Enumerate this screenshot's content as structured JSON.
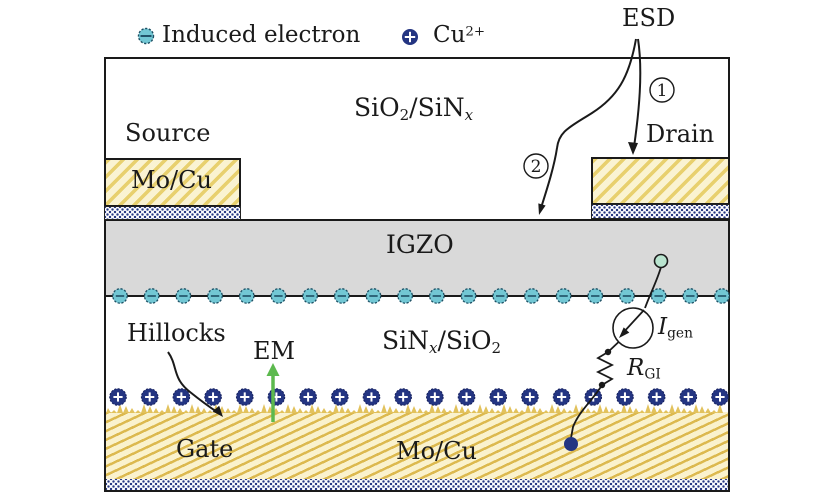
{
  "legend": {
    "electron_label": "Induced electron",
    "cu_base": "Cu",
    "cu_sup": "2+"
  },
  "esd": {
    "label": "ESD",
    "path1_number": "1",
    "path2_number": "2"
  },
  "labels": {
    "passivation": {
      "p1": "SiO",
      "s1": "2",
      "p2": "/SiN",
      "s2": "x"
    },
    "gate_insulator": {
      "p1": "SiN",
      "s1": "x",
      "p2": "/SiO",
      "s2": "2"
    },
    "source": "Source",
    "drain": "Drain",
    "source_metal": "Mo/Cu",
    "gate_metal_text": "Mo/Cu",
    "igzo": "IGZO",
    "gate": "Gate",
    "hillocks": "Hillocks",
    "em": "EM",
    "igen": {
      "base": "I",
      "sub": "gen"
    },
    "rgi": {
      "base": "R",
      "sub": "GI"
    }
  },
  "particles": {
    "electron_count": 20,
    "cu_count": 20,
    "electron_fill": "#72c7d4",
    "electron_stroke": "#1d4f63",
    "cu_fill": "#243582",
    "cu_plus": "#ffffff"
  },
  "colors": {
    "igzo_gray": "#d9d9d9",
    "metal_stripe": "#e8d06e",
    "metal_bg": "#faf3d2",
    "speckle_navy": "#2a3a85",
    "em_green": "#5cb94e",
    "node_fill": "#b9e4cf",
    "line_black": "#1a1a1a"
  }
}
